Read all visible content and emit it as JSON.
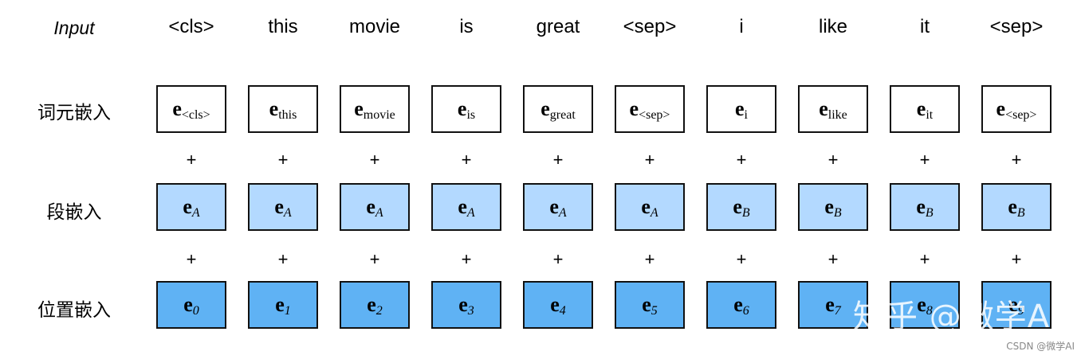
{
  "labels": {
    "input": "Input",
    "token_embedding": "词元嵌入",
    "segment_embedding": "段嵌入",
    "position_embedding": "位置嵌入"
  },
  "plus": "+",
  "tokens": [
    "<cls>",
    "this",
    "movie",
    "is",
    "great",
    "<sep>",
    "i",
    "like",
    "it",
    "<sep>"
  ],
  "token_embeddings": [
    {
      "e": "e",
      "sub": "<cls>"
    },
    {
      "e": "e",
      "sub": "this"
    },
    {
      "e": "e",
      "sub": "movie"
    },
    {
      "e": "e",
      "sub": "is"
    },
    {
      "e": "e",
      "sub": "great"
    },
    {
      "e": "e",
      "sub": "<sep>"
    },
    {
      "e": "e",
      "sub": "i"
    },
    {
      "e": "e",
      "sub": "like"
    },
    {
      "e": "e",
      "sub": "it"
    },
    {
      "e": "e",
      "sub": "<sep>"
    }
  ],
  "segment_embeddings": [
    {
      "e": "e",
      "sub": "A"
    },
    {
      "e": "e",
      "sub": "A"
    },
    {
      "e": "e",
      "sub": "A"
    },
    {
      "e": "e",
      "sub": "A"
    },
    {
      "e": "e",
      "sub": "A"
    },
    {
      "e": "e",
      "sub": "A"
    },
    {
      "e": "e",
      "sub": "B"
    },
    {
      "e": "e",
      "sub": "B"
    },
    {
      "e": "e",
      "sub": "B"
    },
    {
      "e": "e",
      "sub": "B"
    }
  ],
  "position_embeddings": [
    {
      "e": "e",
      "sub": "0"
    },
    {
      "e": "e",
      "sub": "1"
    },
    {
      "e": "e",
      "sub": "2"
    },
    {
      "e": "e",
      "sub": "3"
    },
    {
      "e": "e",
      "sub": "4"
    },
    {
      "e": "e",
      "sub": "5"
    },
    {
      "e": "e",
      "sub": "6"
    },
    {
      "e": "e",
      "sub": "7"
    },
    {
      "e": "e",
      "sub": "8"
    },
    {
      "e": "e",
      "sub": "9"
    }
  ],
  "colors": {
    "token_box": "#ffffff",
    "segment_box": "#b3d9ff",
    "position_box": "#5fb2f4",
    "border": "#111111"
  },
  "watermark": {
    "overlay": "知乎 @微学AI",
    "footer": "CSDN @微学AI"
  }
}
